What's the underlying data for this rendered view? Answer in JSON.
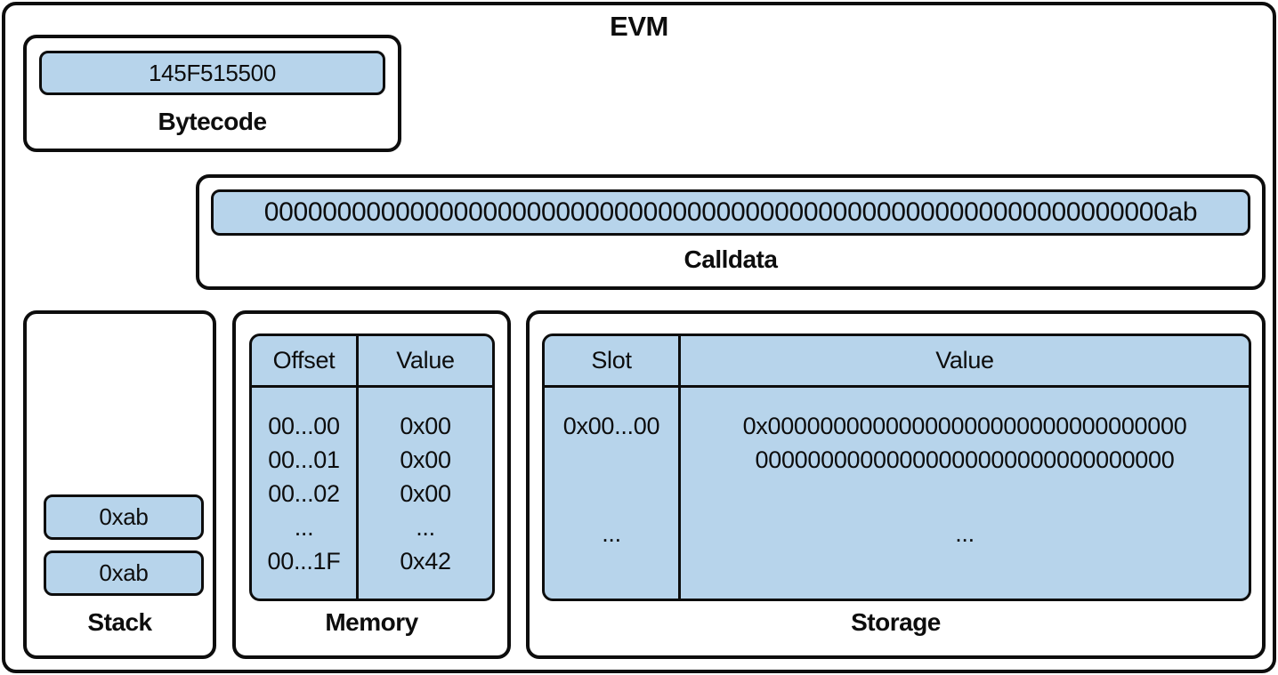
{
  "title": "EVM",
  "colors": {
    "fill_blue": "#b7d4eb",
    "border_black": "#0d0d0d",
    "background": "#ffffff"
  },
  "bytecode": {
    "label": "Bytecode",
    "value": "145F515500"
  },
  "calldata": {
    "label": "Calldata",
    "value": "00000000000000000000000000000000000000000000000000000000000000ab"
  },
  "stack": {
    "label": "Stack",
    "items": [
      "0xab",
      "0xab"
    ]
  },
  "memory": {
    "label": "Memory",
    "columns": [
      "Offset",
      "Value"
    ],
    "rows": [
      [
        "00...00",
        "0x00"
      ],
      [
        "00...01",
        "0x00"
      ],
      [
        "00...02",
        "0x00"
      ],
      [
        "...",
        "..."
      ],
      [
        "00...1F",
        "0x42"
      ]
    ]
  },
  "storage": {
    "label": "Storage",
    "columns": [
      "Slot",
      "Value"
    ],
    "rows": [
      {
        "slot": "0x00...00",
        "value_line1": "0x00000000000000000000000000000000",
        "value_line2": "00000000000000000000000000000000"
      },
      {
        "slot": "...",
        "value": "..."
      }
    ]
  }
}
